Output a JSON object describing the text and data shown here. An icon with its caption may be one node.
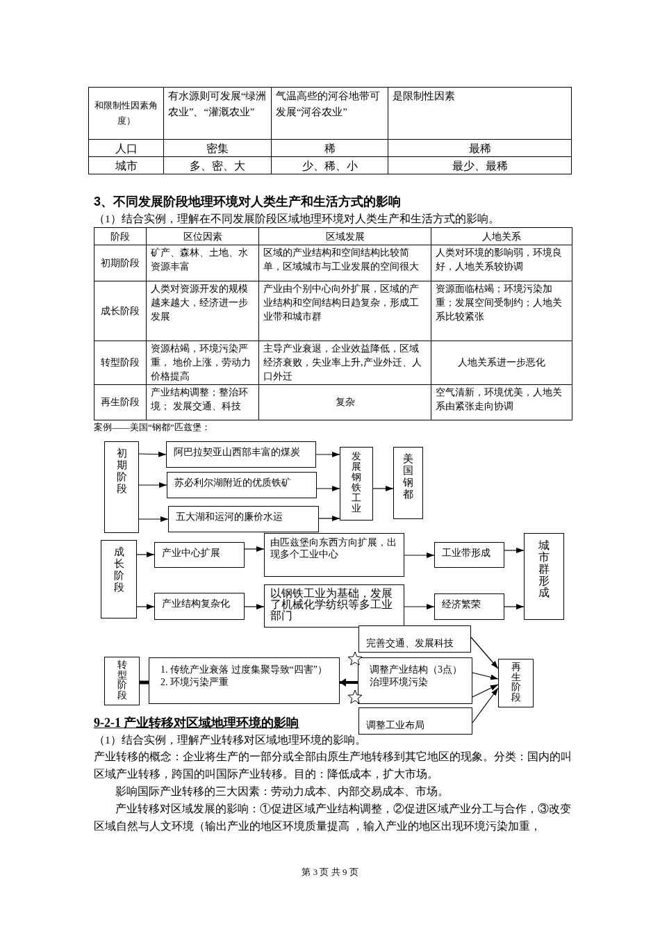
{
  "diagram": {
    "nodes": [
      {
        "text": [
          "初期阶段"
        ]
      },
      {
        "text": [
          "阿巴拉契亚山西部丰富的煤炭"
        ]
      },
      {
        "text": [
          "苏必利尔湖附近的优质铁矿"
        ]
      },
      {
        "text": [
          "五大湖和运河的廉价水运"
        ]
      },
      {
        "text": [
          "发展钢铁工业"
        ]
      },
      {
        "text": [
          "美国钢都"
        ]
      },
      {
        "text": [
          "成长阶段"
        ]
      },
      {
        "text": [
          "产业中心扩展"
        ]
      },
      {
        "text": [
          "由匹兹堡向东西方向扩展，出现多个工业中心"
        ]
      },
      {
        "text": [
          "工业带形成"
        ]
      },
      {
        "text": [
          "产业结构复杂化"
        ]
      },
      {
        "text": [
          "以钢铁工业为基础，发展了机械化学纺织等多工业部门"
        ]
      },
      {
        "text": [
          "经济繁荣"
        ]
      },
      {
        "text": [
          "城市群形成"
        ]
      },
      {
        "text": [
          "完善交通、发展科技"
        ]
      },
      {
        "text": [
          "转型阶段"
        ]
      },
      {
        "text": [
          "1. 传统产业衰落 过度集聚导致“四害”）",
          "2. 环境污染严重"
        ]
      },
      {
        "text": [
          "调整产业结构（3点）",
          "治理环境污染"
        ]
      },
      {
        "text": [
          "调整工业布局"
        ]
      },
      {
        "text": [
          "再生阶段"
        ]
      }
    ],
    "edges": [
      {
        "from": 0,
        "to": 1,
        "arrow": "to"
      },
      {
        "from": 0,
        "to": 2,
        "arrow": "to"
      },
      {
        "from": 0,
        "to": 3,
        "arrow": "to"
      },
      {
        "from": 1,
        "to": 4,
        "arrow": "to"
      },
      {
        "from": 2,
        "to": 4,
        "arrow": "to"
      },
      {
        "from": 3,
        "to": 4,
        "arrow": "to"
      },
      {
        "from": 4,
        "to": 5,
        "arrow": "to"
      },
      {
        "from": 6,
        "to": 7,
        "arrow": "to"
      },
      {
        "from": 6,
        "to": 10,
        "arrow": "to"
      },
      {
        "from": 7,
        "to": 8,
        "arrow": "to"
      },
      {
        "from": 8,
        "to": 9,
        "arrow": "to"
      },
      {
        "from": 9,
        "to": 13,
        "arrow": "to"
      },
      {
        "from": 10,
        "to": 11,
        "arrow": "to"
      },
      {
        "from": 11,
        "to": 12,
        "arrow": "to"
      },
      {
        "from": 12,
        "to": 13,
        "arrow": "to"
      },
      {
        "from": 14,
        "to": 19,
        "arrow": "to"
      },
      {
        "from": 17,
        "to": 19,
        "arrow": "to"
      },
      {
        "from": 17,
        "to": 19,
        "arrow": "to"
      },
      {
        "from": 18,
        "to": 19,
        "arrow": "to"
      },
      {
        "from": 17,
        "to": 16,
        "arrow": "to",
        "style": "thick"
      },
      {
        "from": 16,
        "to": 15,
        "arrow": "none",
        "style": "thick"
      }
    ],
    "labels": [
      "和限制性因素角度）",
      "有水源则可发展“绿洲农业”、“灌溉农业”",
      "气温高些的河谷地带可发展“河谷农业”",
      "是限制性因素",
      "人口",
      "密集",
      "稀",
      "最稀",
      "城市",
      "多、密、大",
      "少、稀、小",
      "最少、最稀",
      "3、不同发展阶段地理环境对人类生产和生活方式的影响",
      "（1）结合实例，理解在不同发展阶段区域地理环境对人类生产和生活方式的影响。",
      "阶段",
      "区位因素",
      "区域发展",
      "人地关系",
      "初期阶段",
      "矿产、森林、土地、水资源丰富",
      "区域的产业结构和空间结构比较简单，区域城市与工业发展的空间很大",
      "人类对环境的影响弱，环境良好，人地关系较协调",
      "成长阶段",
      "人类对资源开发的规模越来越大，经济进一步发展",
      "产业由个别中心向外扩展，区域的产业结构和空间结构日趋复杂，形成工业带和城市群",
      "资源面临枯竭；环境污染加重；发展空间受制约；人地关系比较紧张",
      "转型阶段",
      "资源枯竭，环境污染严重， 地价上涨，劳动力价格提高",
      "主导产业衰退，企业效益降低，区域经济衰败，失业率上升,产业外迁、人口外迁",
      "人地关系进一步恶化",
      "再生阶段",
      "产业结构调整；整治环境； 发展交通、科技",
      "复杂",
      "空气清新，环境优美，人地关系由紧张走向协调",
      "案例——美国“钢都”匹兹堡：",
      "9-2-1 产业转移对区域地理环境的影响",
      "（1）结合实例，理解产业转移对区域地理环境的影响。",
      "产业转移的概念：企业将生产的一部分或全部由原生产地转移到其它地区的现象。分类：国内的叫区域产业转移，跨国的叫国际产业转移。目的：降低成本，扩大市场。",
      "影响国际产业转移的三大因素：劳动力成本、内部交易成本、市场。",
      "产业转移对区域发展的影响：①促进区域产业结构调整，②促进区域产业分工与合作，③改变区域自然与人文环境（输出产业的地区环境质量提高 ，输入产业的地区出现环境污染加重，",
      "第 3 页 共 9 页"
    ]
  }
}
